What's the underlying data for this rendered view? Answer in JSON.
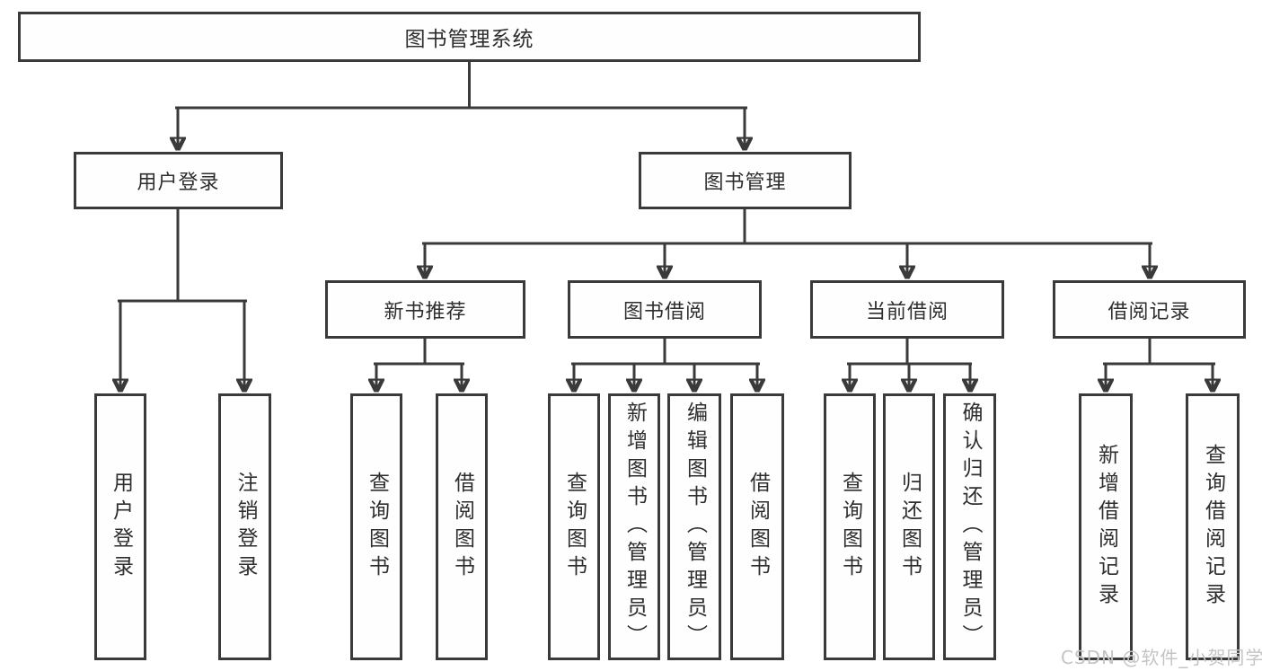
{
  "diagram_title": "图书管理系统",
  "tree": {
    "label": "图书管理系统",
    "children": [
      {
        "label": "用户登录",
        "children": [
          {
            "label": "用户登录"
          },
          {
            "label": "注销登录"
          }
        ]
      },
      {
        "label": "图书管理",
        "children": [
          {
            "label": "新书推荐",
            "children": [
              {
                "label": "查询图书"
              },
              {
                "label": "借阅图书"
              }
            ]
          },
          {
            "label": "图书借阅",
            "children": [
              {
                "label": "查询图书"
              },
              {
                "label": "新增图书（管理员）"
              },
              {
                "label": "编辑图书（管理员）"
              },
              {
                "label": "借阅图书"
              }
            ]
          },
          {
            "label": "当前借阅",
            "children": [
              {
                "label": "查询图书"
              },
              {
                "label": "归还图书"
              },
              {
                "label": "确认归还（管理员）"
              }
            ]
          },
          {
            "label": "借阅记录",
            "children": [
              {
                "label": "新增借阅记录"
              },
              {
                "label": "查询借阅记录"
              }
            ]
          }
        ]
      }
    ]
  },
  "watermark": "CSDN @软件_小贺同学",
  "colors": {
    "line": "#3a3a3a",
    "box_border": "#3a3a3a",
    "text": "#2e2e2e",
    "watermark_text": "#c4c4c4",
    "background": "#ffffff"
  }
}
